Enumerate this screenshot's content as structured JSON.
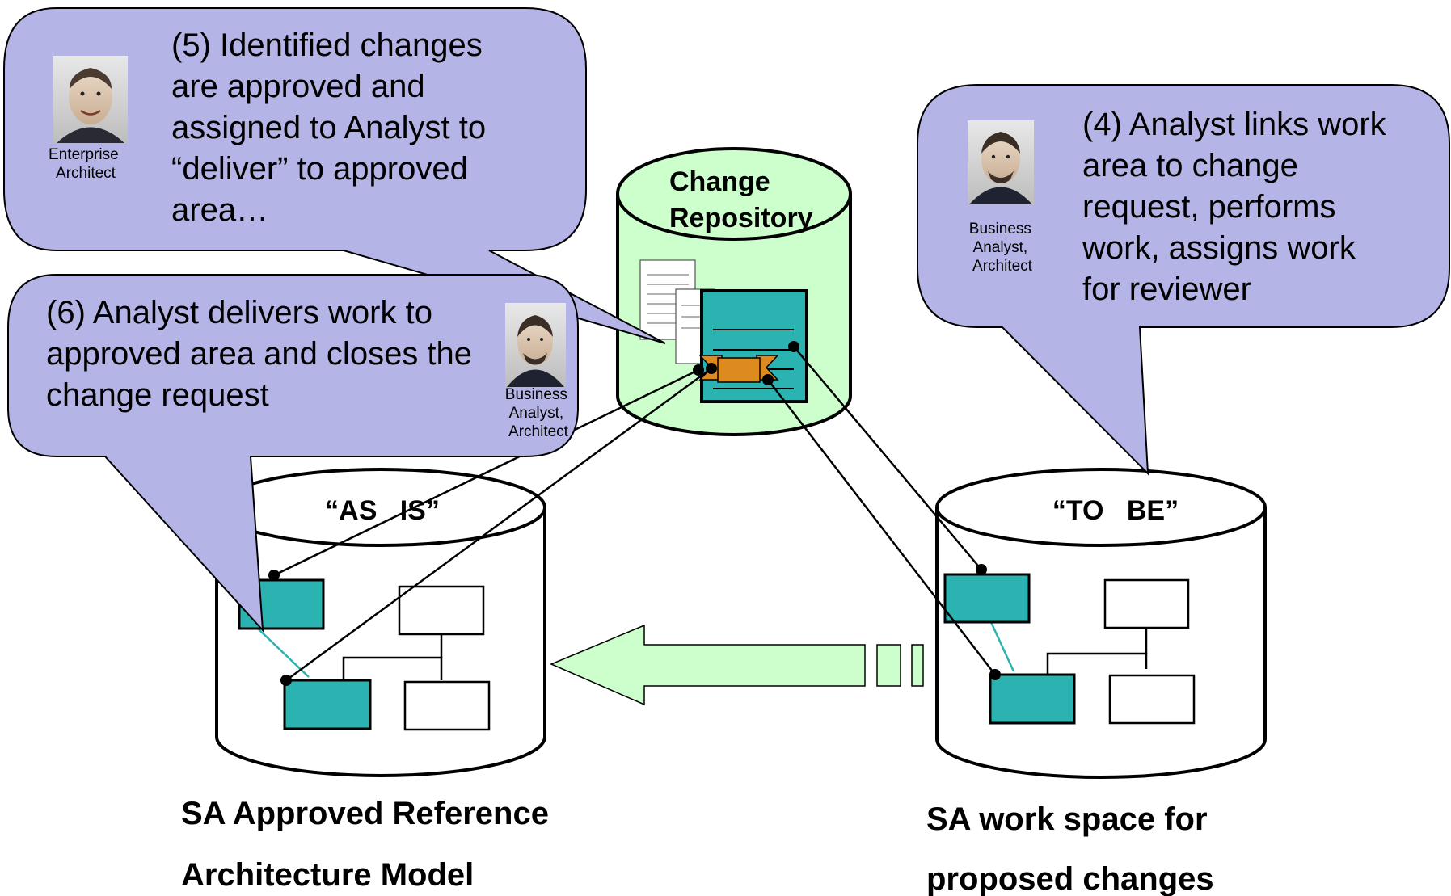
{
  "callouts": {
    "step5": {
      "lines": [
        "(5) Identified changes",
        "are approved and",
        "assigned to Analyst to",
        "“deliver” to approved",
        "area…"
      ],
      "role_lines": [
        "Enterprise",
        "Architect"
      ]
    },
    "step4": {
      "lines": [
        "(4) Analyst links work",
        "area to change",
        "request, performs",
        "work, assigns work",
        "for reviewer"
      ],
      "role_lines": [
        "Business",
        "Analyst,",
        "Architect"
      ]
    },
    "step6": {
      "lines": [
        "(6) Analyst delivers work to",
        "approved area and closes the",
        "change request"
      ],
      "role_lines": [
        "Business",
        "Analyst,",
        "Architect"
      ]
    }
  },
  "repositories": {
    "change": {
      "label_lines": [
        "Change",
        "Repository"
      ]
    },
    "as_is": {
      "label": "“AS   IS”"
    },
    "to_be": {
      "label": "“TO   BE”"
    }
  },
  "captions": {
    "as_is": [
      "SA Approved Reference",
      "Architecture Model"
    ],
    "to_be": [
      "SA work space for",
      "proposed changes"
    ]
  },
  "colors": {
    "callout_fill": "#b4b4e6",
    "repository_fill": "#ccffcc",
    "component_fill": "#2bb3b1",
    "flow_arrow_fill": "#ccffcc",
    "ticket_fill": "#dd8a1f"
  },
  "icons": [
    "person-photo-icon",
    "document-stack-icon",
    "change-ticket-icon"
  ]
}
